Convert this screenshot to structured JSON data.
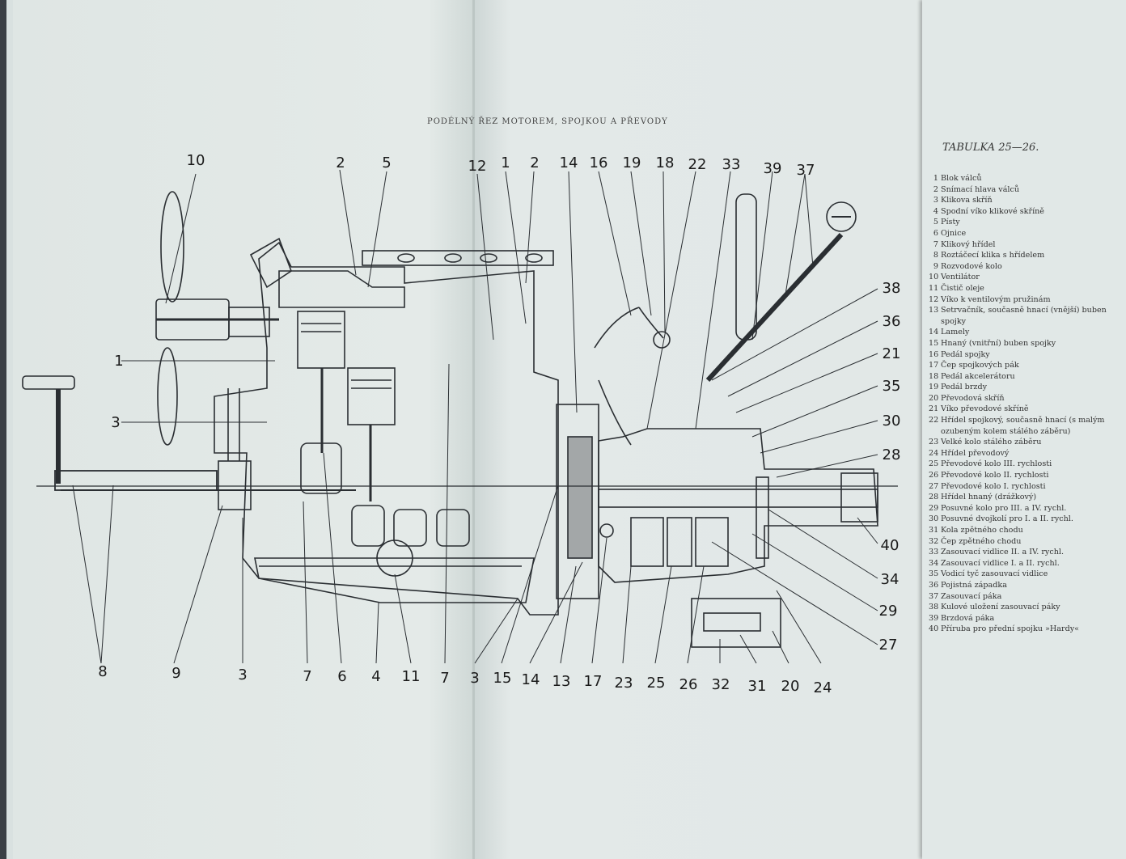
{
  "page_title": "PODÉLNÝ ŘEZ MOTOREM, SPOJKOU A PŘEVODY",
  "table_title": "TABULKA 25—26.",
  "callouts_top": [
    "10",
    "2",
    "5",
    "12",
    "1",
    "2",
    "14",
    "16",
    "19",
    "18",
    "22",
    "33",
    "39",
    "37"
  ],
  "callouts_left": [
    "1",
    "3"
  ],
  "callouts_right": [
    "38",
    "36",
    "21",
    "35",
    "30",
    "28",
    "40",
    "34",
    "29",
    "27"
  ],
  "callouts_bottom": [
    "8",
    "9",
    "3",
    "7",
    "6",
    "4",
    "11",
    "7",
    "3",
    "15",
    "14",
    "13",
    "17",
    "23",
    "25",
    "26",
    "32",
    "31",
    "20",
    "24"
  ],
  "legend": [
    {
      "n": "1",
      "t": "Blok válců"
    },
    {
      "n": "2",
      "t": "Snímací hlava válců"
    },
    {
      "n": "3",
      "t": "Klikova skříň"
    },
    {
      "n": "4",
      "t": "Spodní víko klikové skříně"
    },
    {
      "n": "5",
      "t": "Písty"
    },
    {
      "n": "6",
      "t": "Ojnice"
    },
    {
      "n": "7",
      "t": "Klikový hřídel"
    },
    {
      "n": "8",
      "t": "Roztáčecí klika s hřídelem"
    },
    {
      "n": "9",
      "t": "Rozvodové kolo"
    },
    {
      "n": "10",
      "t": "Ventilátor"
    },
    {
      "n": "11",
      "t": "Čistič oleje"
    },
    {
      "n": "12",
      "t": "Víko k ventilovým pružinám"
    },
    {
      "n": "13",
      "t": "Setrvačník, současně hnací (vnější) buben spojky"
    },
    {
      "n": "14",
      "t": "Lamely"
    },
    {
      "n": "15",
      "t": "Hnaný (vnitřní) buben spojky"
    },
    {
      "n": "16",
      "t": "Pedál spojky"
    },
    {
      "n": "17",
      "t": "Čep spojkových pák"
    },
    {
      "n": "18",
      "t": "Pedál akcelerátoru"
    },
    {
      "n": "19",
      "t": "Pedál brzdy"
    },
    {
      "n": "20",
      "t": "Převodová skříň"
    },
    {
      "n": "21",
      "t": "Víko převodové skříně"
    },
    {
      "n": "22",
      "t": "Hřídel spojkový, současně hnací (s malým ozubeným kolem stálého záběru)"
    },
    {
      "n": "23",
      "t": "Velké kolo stálého záběru"
    },
    {
      "n": "24",
      "t": "Hřídel převodový"
    },
    {
      "n": "25",
      "t": "Převodové kolo III. rychlosti"
    },
    {
      "n": "26",
      "t": "Převodové kolo II. rychlosti"
    },
    {
      "n": "27",
      "t": "Převodové kolo I. rychlosti"
    },
    {
      "n": "28",
      "t": "Hřídel hnaný (drážkový)"
    },
    {
      "n": "29",
      "t": "Posuvné kolo pro III. a IV. rychl."
    },
    {
      "n": "30",
      "t": "Posuvné dvojkolí pro I. a II. rychl."
    },
    {
      "n": "31",
      "t": "Kola zpětného chodu"
    },
    {
      "n": "32",
      "t": "Čep zpětného chodu"
    },
    {
      "n": "33",
      "t": "Zasouvací vidlice II. a IV. rychl."
    },
    {
      "n": "34",
      "t": "Zasouvací vidlice I. a II. rychl."
    },
    {
      "n": "35",
      "t": "Vodicí tyč zasouvací vidlice"
    },
    {
      "n": "36",
      "t": "Pojistná západka"
    },
    {
      "n": "37",
      "t": "Zasouvací páka"
    },
    {
      "n": "38",
      "t": "Kulové uložení zasouvací páky"
    },
    {
      "n": "39",
      "t": "Brzdová páka"
    },
    {
      "n": "40",
      "t": "Příruba pro přední spojku »Hardy«"
    }
  ]
}
